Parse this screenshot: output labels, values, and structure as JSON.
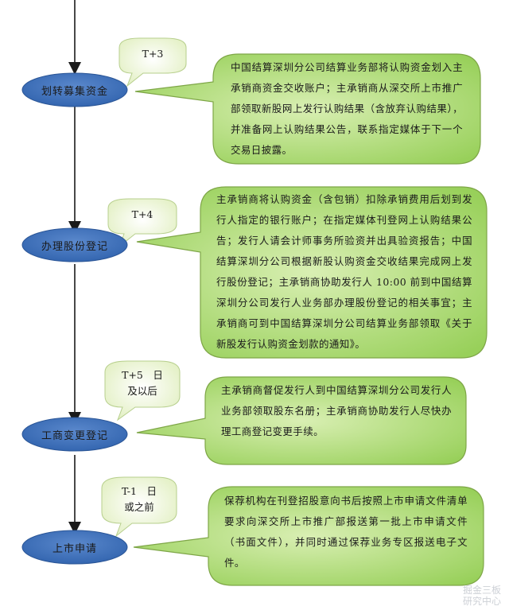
{
  "steps": [
    {
      "label": "划转募集资金",
      "time": "T+3",
      "note": "中国结算深圳分公司结算业务部将认购资金划入主承销商资金交收账户；主承销商从深交所上市推广部领取新股网上发行认购结果（含放弃认购结果），并准备网上认购结果公告，联系指定媒体于下一个交易日披露。"
    },
    {
      "label": "办理股份登记",
      "time": "T+4",
      "note": "主承销商将认购资金（含包销）扣除承销费用后划到发行人指定的银行账户；在指定媒体刊登网上认购结果公告；发行人请会计师事务所验资并出具验资报告；中国结算深圳分公司根据新股认购资金交收结果完成网上发行股份登记；主承销商协助发行人 10:00 前到中国结算深圳分公司发行人业务部办理股份登记的相关事宜；主承销商可到中国结算深圳分公司结算业务部领取《关于新股发行认购资金划款的通知》。"
    },
    {
      "label": "工商变更登记",
      "time": "T+5　日\n及以后",
      "note": "主承销商督促发行人到中国结算深圳分公司发行人业务部领取股东名册；主承销商协助发行人尽快办理工商登记变更手续。"
    },
    {
      "label": "上市申请",
      "time": "T-1　日\n或之前",
      "note": "保荐机构在刊登招股意向书后按照上市申请文件清单要求向深交所上市推广部报送第一批上市申请文件（书面文件），并同时通过保荐业务专区报送电子文件。"
    }
  ],
  "watermark": {
    "line1": "掘金三板",
    "line2": "研究中心"
  },
  "colors": {
    "ellipse_fill": "#3f71b9",
    "ellipse_stroke": "#2a5596",
    "note_fill_light": "#d4ecaa",
    "note_fill_dark": "#9dd65f",
    "note_stroke": "#7ea647",
    "bubble_fill": "#eef6d6",
    "bubble_stroke": "#b7cf8d",
    "arrow": "#1a1a1a"
  }
}
